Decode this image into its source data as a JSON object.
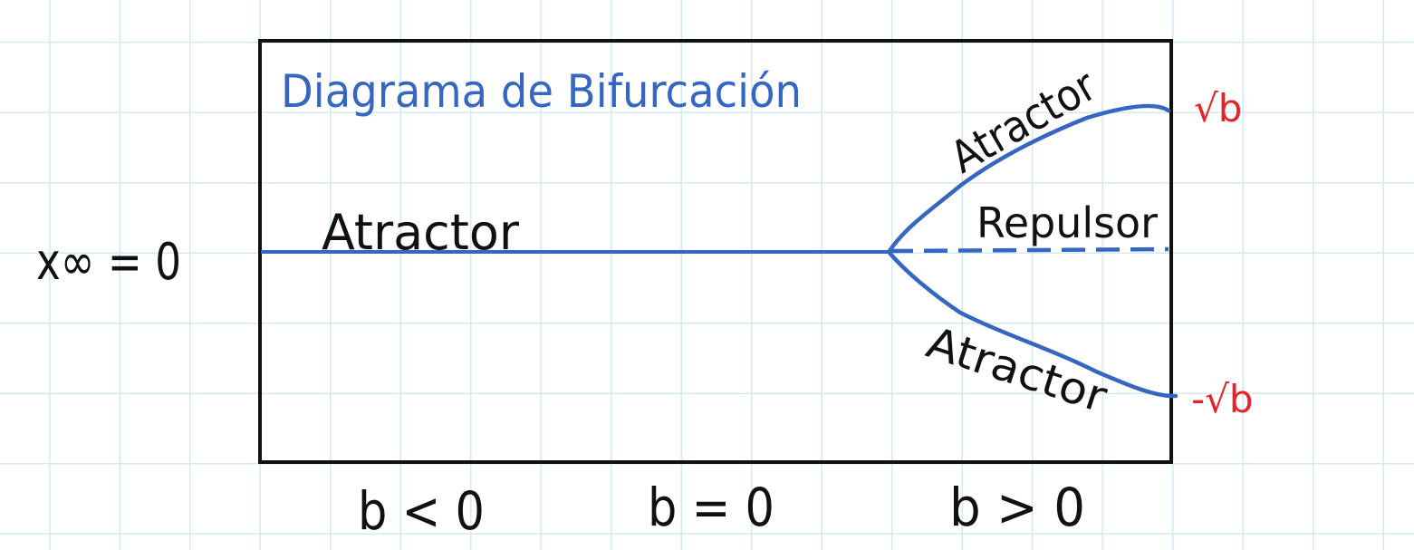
{
  "diagram": {
    "title": "Diagrama de Bifurcación",
    "y_label": "x∞ = 0",
    "regions": [
      "b < 0",
      "b = 0",
      "b > 0"
    ],
    "branches": {
      "left": "Atractor",
      "upper": "Atractor",
      "middle": "Repulsor",
      "lower": "Atractor"
    },
    "endpoints": {
      "upper": "√b",
      "lower": "-√b"
    },
    "colors": {
      "curve": "#3566c2",
      "ink": "#111111",
      "endpoint": "#e8212a",
      "grid": "#d3e9f3"
    }
  }
}
